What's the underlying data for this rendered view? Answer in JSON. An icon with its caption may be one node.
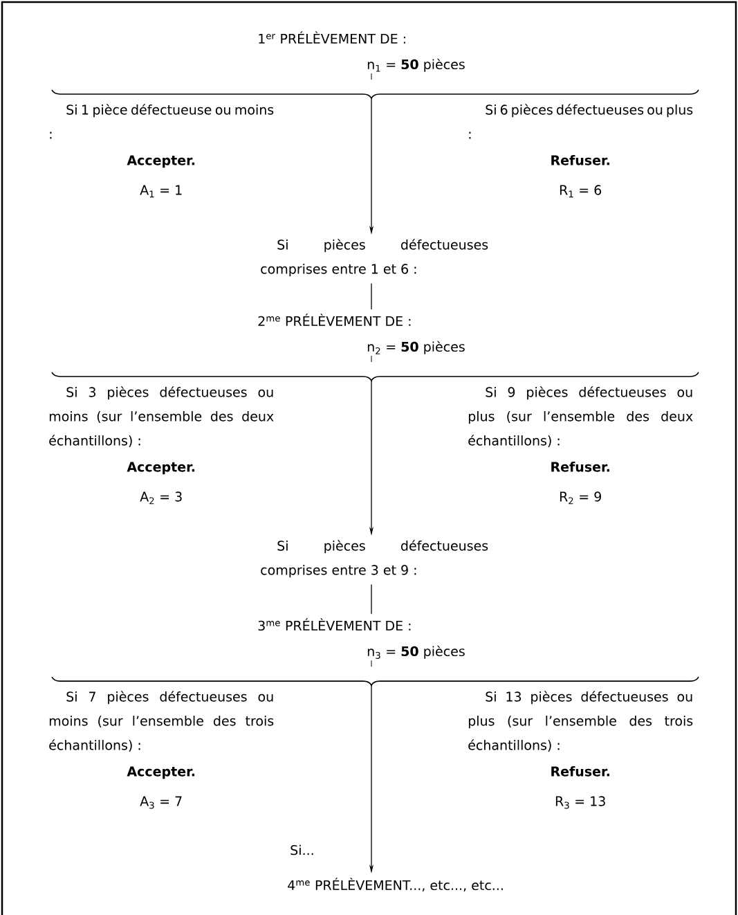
{
  "diagram": {
    "nodes": [
      {
        "text": [
          "1$^{er}$ PRÉLÈVEMENT DE :",
          "n$_{1}$ = **50** pièces"
        ]
      },
      {
        "text": [
          "Si 1 pièce défectueuse ou moins :",
          "Accepter.",
          "A$_{1}$ = 1"
        ]
      },
      {
        "text": [
          "Si 6 pièces défectueuses ou plus :",
          "Refuser.",
          "R$_{1}$ = 6"
        ]
      },
      {
        "text": [
          "Si pièces défectueuses comprises entre 1 et 6 :"
        ]
      },
      {
        "text": [
          "2$^{me}$ PRÉLÈVEMENT DE :",
          "n$_{2}$ = **50** pièces"
        ]
      },
      {
        "text": [
          "Si 3 pièces défectueuses ou moins (sur l’ensemble des deux échantillons) :",
          "Accepter.",
          "A$_{2}$ = 3"
        ]
      },
      {
        "text": [
          "Si 9 pièces défectueuses ou plus (sur l’ensemble des deux échantillons) :",
          "Refuser.",
          "R$_{2}$ = 9"
        ]
      },
      {
        "text": [
          "Si pièces défectueuses comprises entre 3 et 9 :"
        ]
      },
      {
        "text": [
          "3$^{me}$ PRÉLÈVEMENT DE :",
          "n$_{3}$ = **50** pièces"
        ]
      },
      {
        "text": [
          "Si 7 pièces défectueuses ou moins (sur l’ensemble des trois échantillons) :",
          "Accepter.",
          "A$_{3}$ = 7"
        ]
      },
      {
        "text": [
          "Si 13 pièces défectueuses ou plus (sur l’ensemble des trois échantillons) :",
          "Refuser.",
          "R$_{3}$ = 13"
        ]
      },
      {
        "text": [
          "4$^{me}$ PRÉLÈVEMENT..., etc..., etc..."
        ]
      }
    ],
    "edges": [
      {
        "from": 0,
        "to": 3,
        "arrow": "to"
      },
      {
        "from": 3,
        "to": 4,
        "arrow": "none"
      },
      {
        "from": 4,
        "to": 7,
        "arrow": "to"
      },
      {
        "from": 7,
        "to": 8,
        "arrow": "none"
      },
      {
        "from": 8,
        "to": 11,
        "arrow": "to",
        "label": "Si..."
      }
    ]
  }
}
